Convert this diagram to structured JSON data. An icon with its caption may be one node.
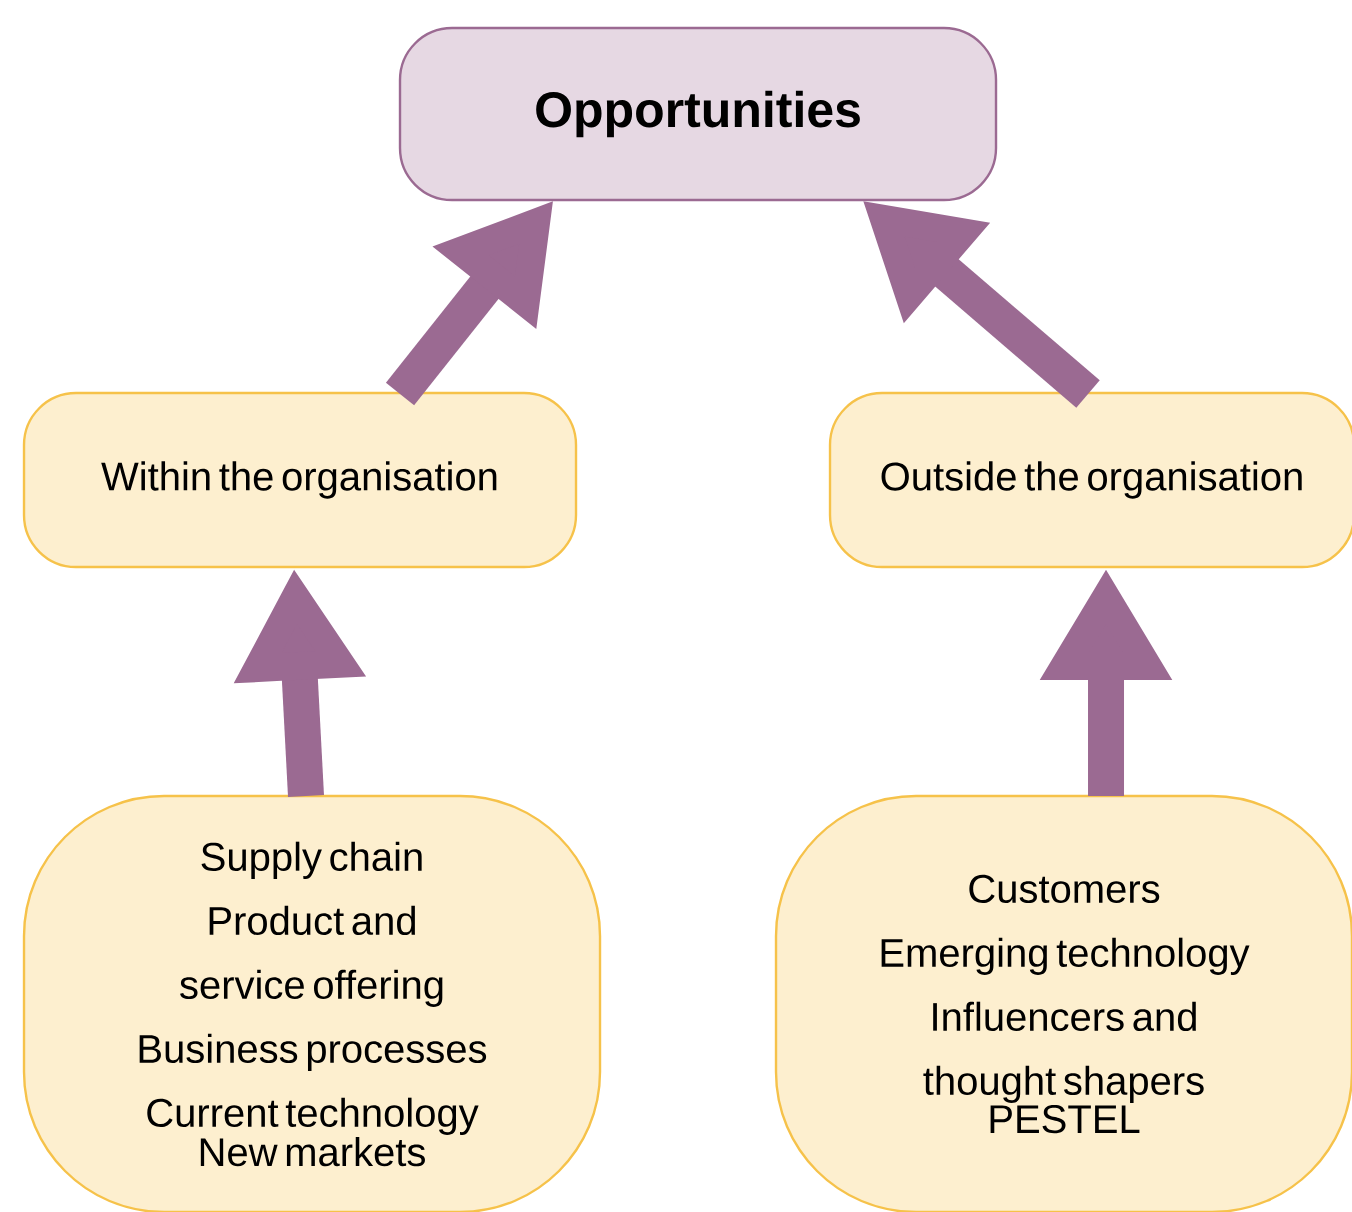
{
  "diagram": {
    "nodes": [
      {
        "text": [
          "Opportunities"
        ]
      },
      {
        "text": [
          "Within the organisation"
        ]
      },
      {
        "text": [
          "Outside the organisation"
        ]
      },
      {
        "text": [
          "Supply chain",
          "Product and service offering",
          "Business processes",
          "Current technology",
          "New markets"
        ]
      },
      {
        "text": [
          "Customers",
          "Emerging technology",
          "Influencers and thought shapers",
          "PESTEL"
        ]
      }
    ],
    "edges": [
      {
        "from": 1,
        "to": 0,
        "arrow": "to"
      },
      {
        "from": 2,
        "to": 0,
        "arrow": "to"
      },
      {
        "from": 3,
        "to": 1,
        "arrow": "to"
      },
      {
        "from": 4,
        "to": 2,
        "arrow": "to"
      }
    ]
  }
}
